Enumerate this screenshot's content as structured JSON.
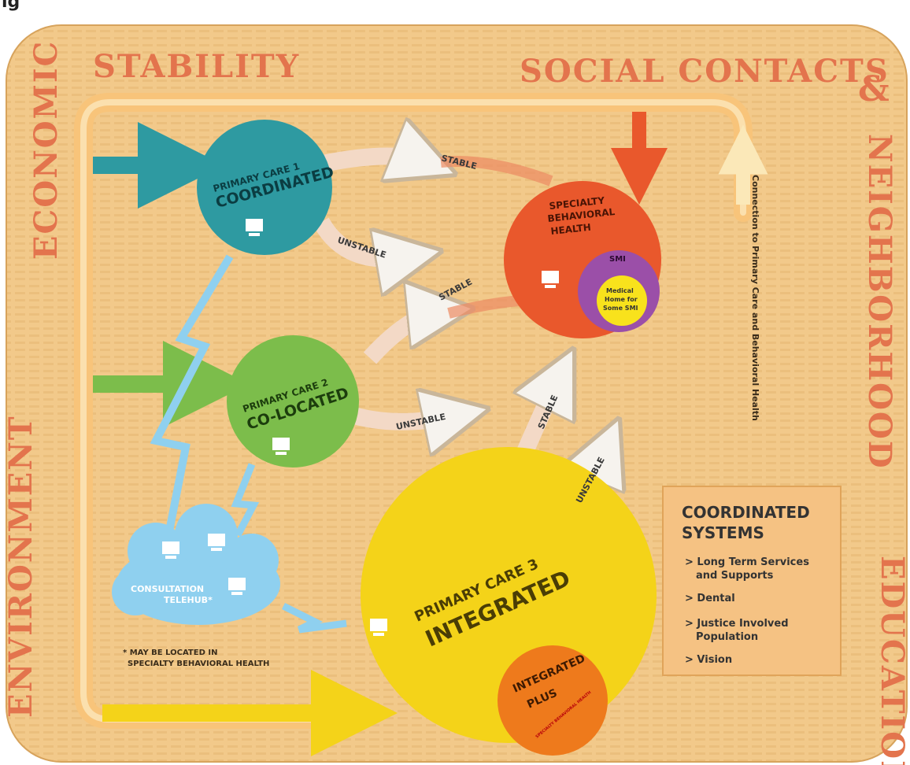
{
  "header": {
    "title_fragment": "ig"
  },
  "border_words": {
    "top_left": "STABILITY",
    "left": "ECONOMIC",
    "top_right": "SOCIAL CONTACTS",
    "ampersand": "&",
    "right": "NEIGHBORHOOD",
    "bottom_right": "EDUCATION",
    "bottom_left": "ENVIRONMENT"
  },
  "nodes": {
    "pc1": {
      "line1": "PRIMARY CARE 1",
      "line2": "COORDINATED",
      "color": "#2e9aa1"
    },
    "pc2": {
      "line1": "PRIMARY CARE 2",
      "line2": "CO-LOCATED",
      "color": "#7cbd4b"
    },
    "pc3": {
      "line1": "PRIMARY CARE 3",
      "line2": "INTEGRATED",
      "color": "#f4d319"
    },
    "plus": {
      "line1": "INTEGRATED",
      "line2": "PLUS",
      "note": "SPECIALTY BEHAVIORAL HEALTH",
      "color": "#ee7a1c"
    },
    "sbh": {
      "line1": "SPECIALTY",
      "line2": "BEHAVIORAL",
      "line3": "HEALTH",
      "color": "#e9582c"
    },
    "smi": {
      "label": "SMI",
      "color": "#9b4fa8"
    },
    "medical_home": {
      "line1": "Medical",
      "line2": "Home for",
      "line3": "Some SMI",
      "color": "#f8e21c"
    },
    "telehub": {
      "line1": "CONSULTATION",
      "line2": "TELEHUB*",
      "color": "#8fd0ef"
    }
  },
  "arrows": {
    "stable": "STABLE",
    "unstable": "UNSTABLE"
  },
  "connection_label": "Connection to Primary Care and Behavioral Health",
  "footnote": {
    "line1": "* MAY BE LOCATED IN",
    "line2": "SPECIALTY BEHAVIORAL HEALTH"
  },
  "coordinated_systems": {
    "title_line1": "COORDINATED",
    "title_line2": "SYSTEMS",
    "items": [
      {
        "line1": "> Long Term Services",
        "line2": "and Supports"
      },
      {
        "line1": "> Dental",
        "line2": ""
      },
      {
        "line1": "> Justice Involved",
        "line2": "Population"
      },
      {
        "line1": "> Vision",
        "line2": ""
      }
    ]
  },
  "colors": {
    "background": "#f2c98a",
    "border_text": "#e3744d",
    "path": "#f8c47a"
  }
}
